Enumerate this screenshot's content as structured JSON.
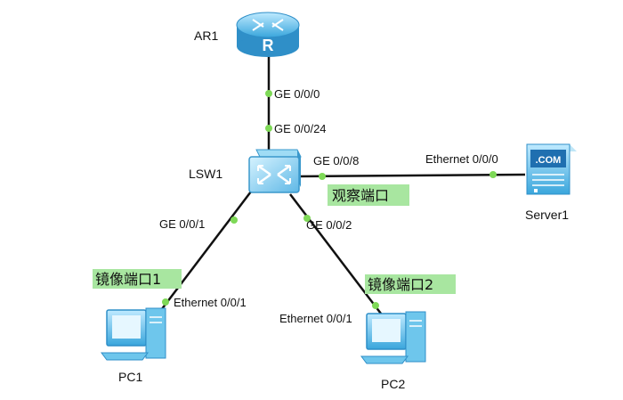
{
  "devices": {
    "router": "AR1",
    "switch": "LSW1",
    "server": "Server1",
    "pc1": "PC1",
    "pc2": "PC2",
    "server_screen_text": ".COM"
  },
  "ports": {
    "ar1_ge000": "GE 0/0/0",
    "lsw1_ge0024": "GE 0/0/24",
    "lsw1_ge008": "GE 0/0/8",
    "server_eth000": "Ethernet 0/0/0",
    "lsw1_ge001": "GE 0/0/1",
    "lsw1_ge002": "GE 0/0/2",
    "pc1_eth001": "Ethernet 0/0/1",
    "pc2_eth001": "Ethernet 0/0/1"
  },
  "annotations": {
    "observe_port": "观察端口",
    "mirror_port_1": "镜像端口1",
    "mirror_port_2": "镜像端口2"
  },
  "colors": {
    "link_dot": "#7ed957",
    "annotation_bg": "#a8e6a0",
    "device_blue": "#6ec6ec",
    "device_dark": "#2f8fc8"
  }
}
